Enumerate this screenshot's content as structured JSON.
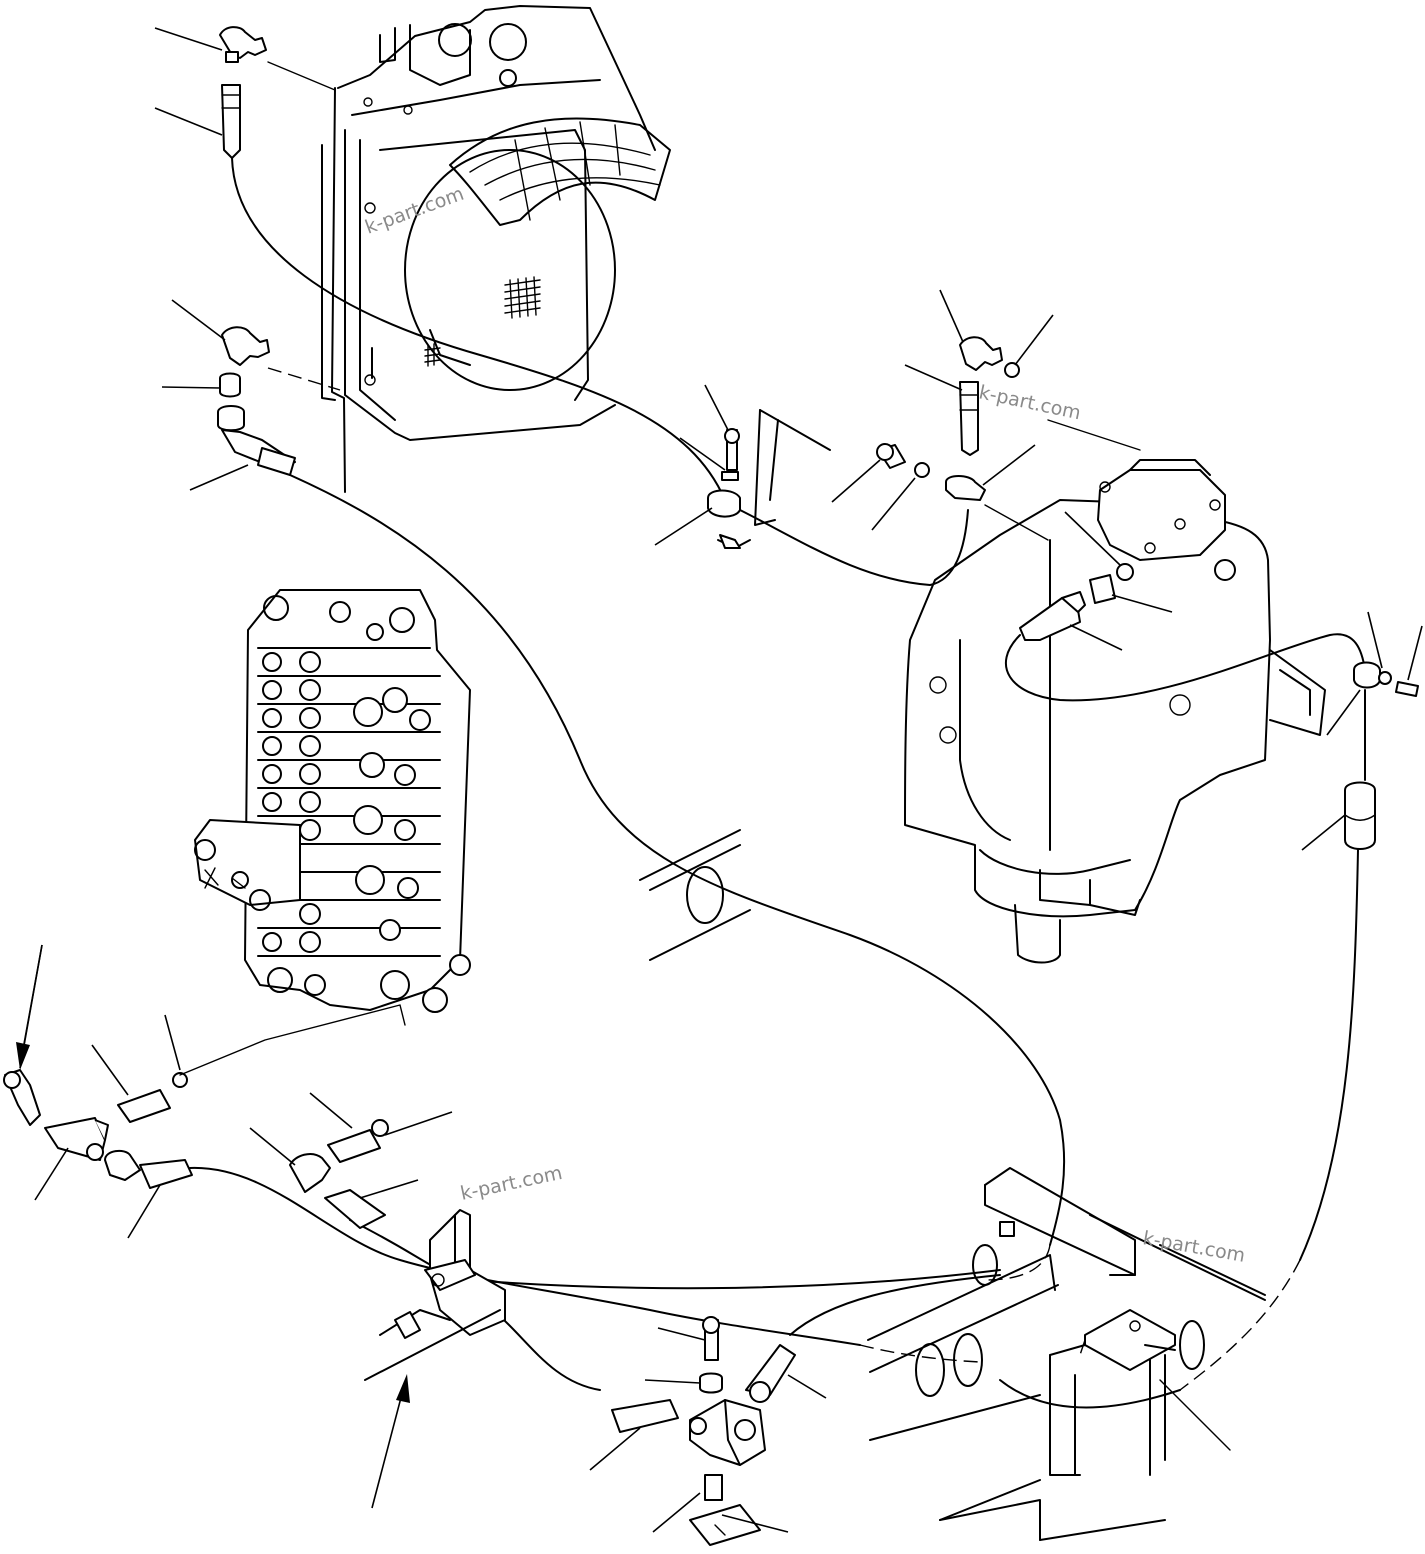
{
  "diagram": {
    "watermarks": [
      "k-part.com",
      "k-part.com",
      "k-part.com",
      "k-part.com"
    ]
  }
}
